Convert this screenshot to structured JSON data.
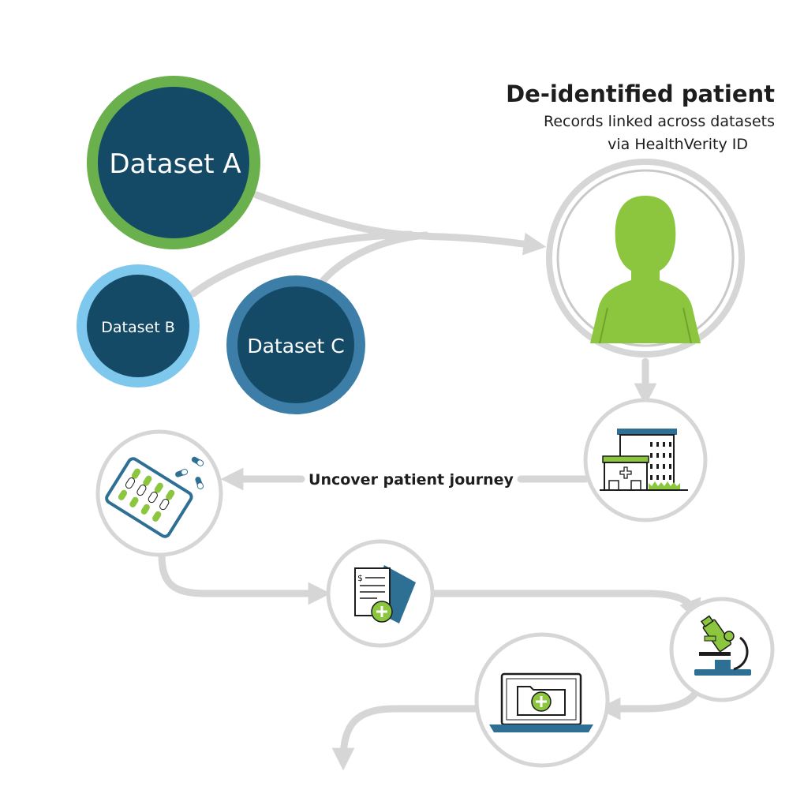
{
  "patient": {
    "title": "De-identified patient",
    "subtitle_line1": "Records linked across datasets",
    "subtitle_line2": "via HealthVerity ID"
  },
  "datasets": {
    "a": {
      "label": "Dataset A",
      "ring_color": "#6ab04c",
      "fill_color": "#154a66"
    },
    "b": {
      "label": "Dataset B",
      "ring_color": "#7ec8ee",
      "fill_color": "#154a66"
    },
    "c": {
      "label": "Dataset C",
      "ring_color": "#3c7ea8",
      "fill_color": "#154a66"
    }
  },
  "journey": {
    "label": "Uncover patient journey"
  },
  "icons": {
    "patient": "patient-silhouette-icon",
    "hospital": "hospital-building-icon",
    "pills": "pill-blister-pack-icon",
    "bill": "medical-bill-icon",
    "microscope": "microscope-icon",
    "laptop": "laptop-medical-record-icon"
  },
  "colors": {
    "connector": "#d6d6d6",
    "accent_green": "#8cc63f",
    "navy": "#154a66",
    "steel": "#2e6f94"
  }
}
